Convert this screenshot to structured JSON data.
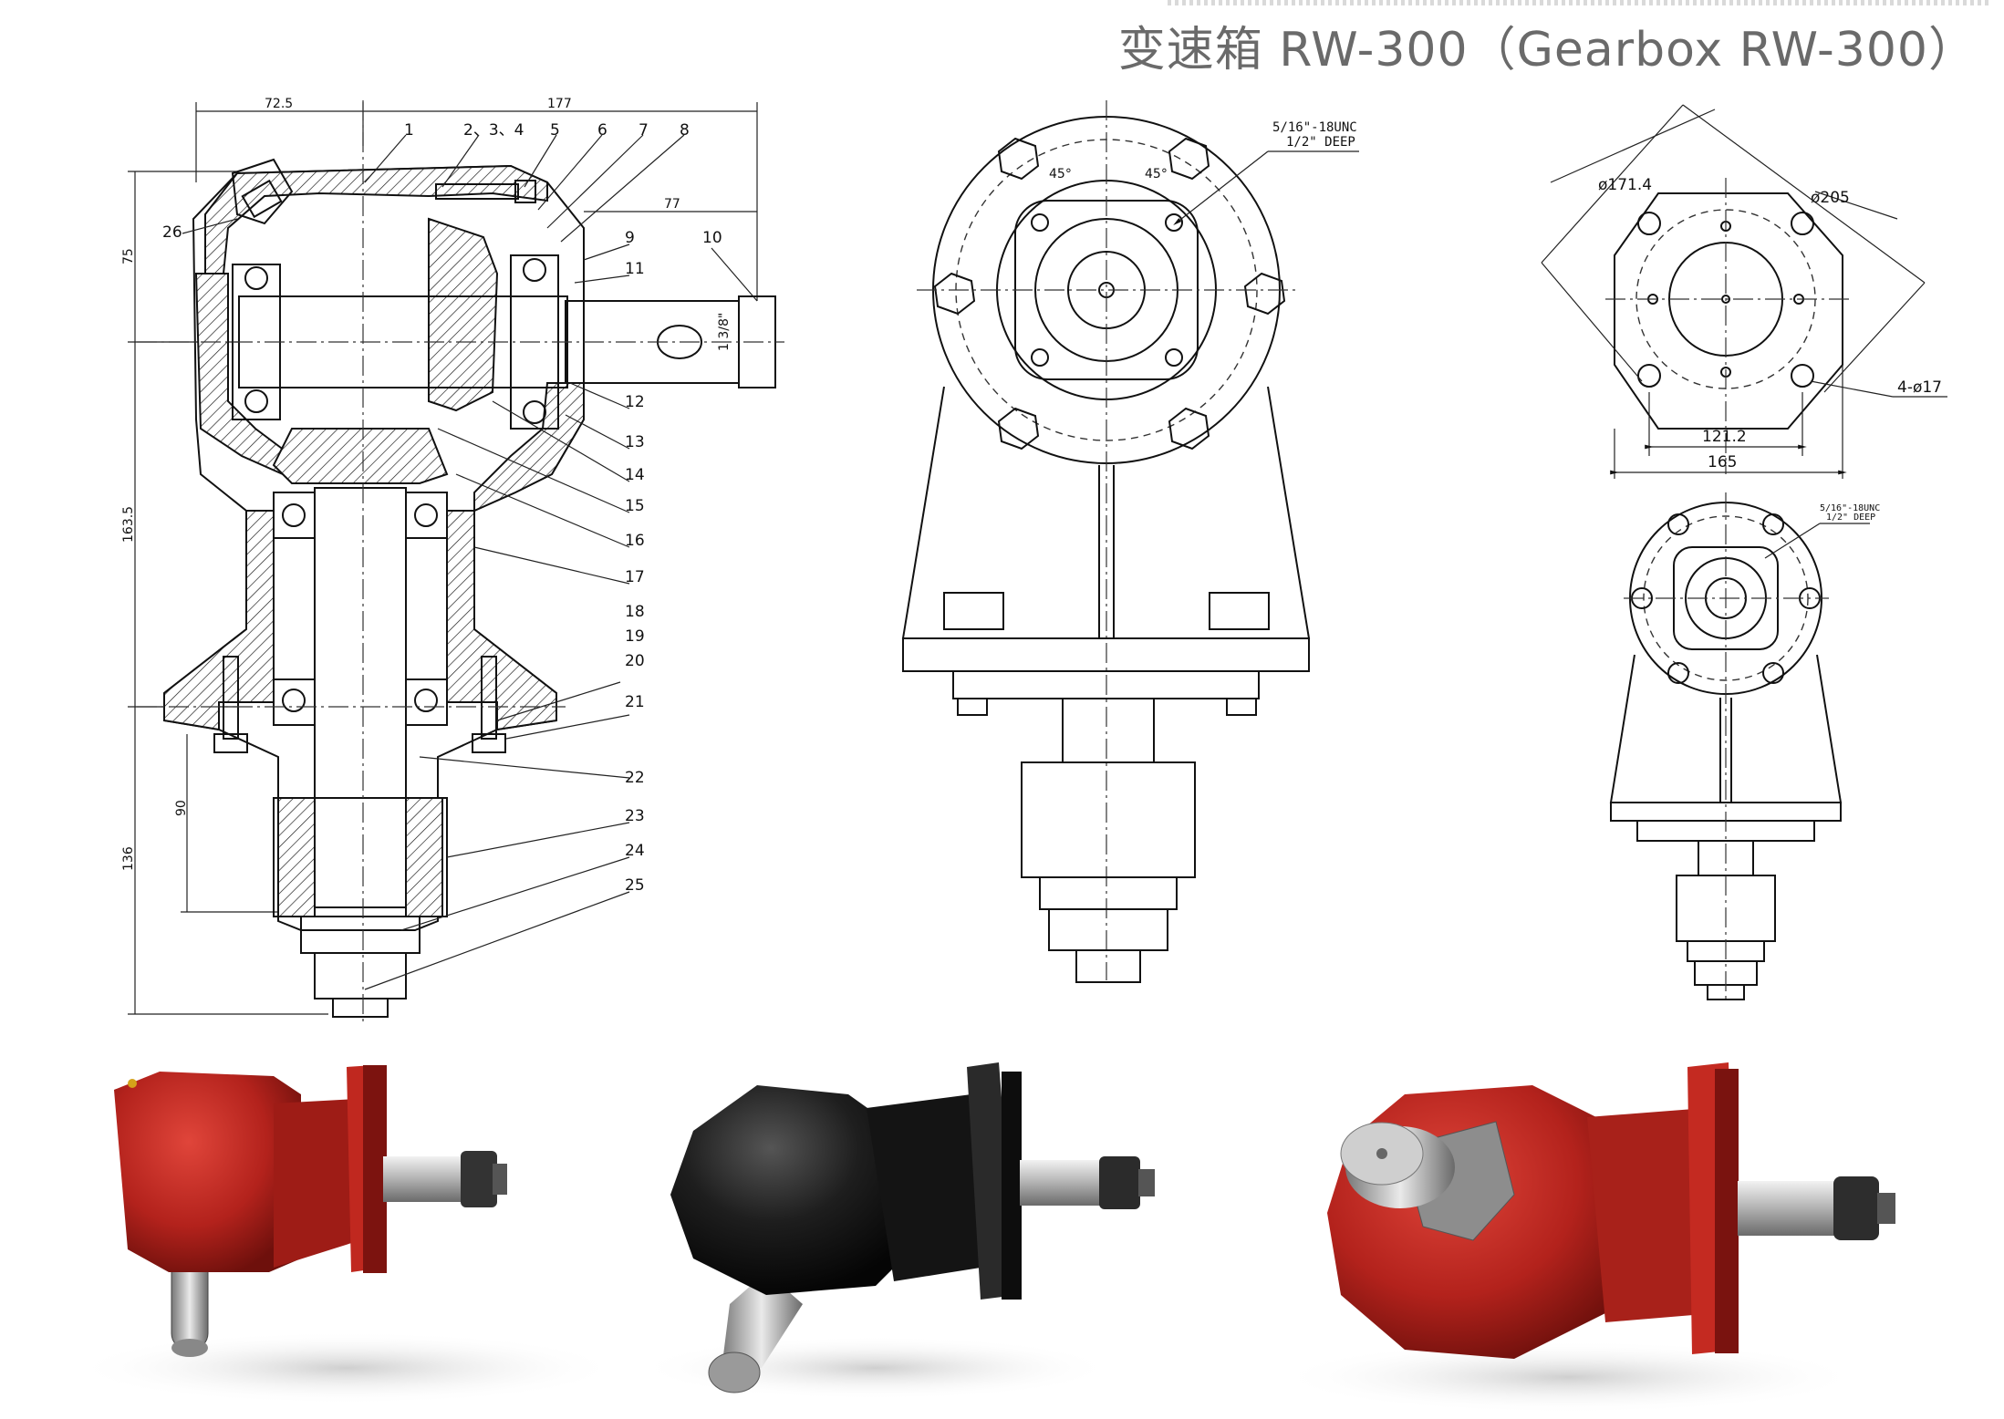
{
  "title": "变速箱 RW-300（Gearbox RW-300）",
  "section_view": {
    "dimensions": {
      "width_left": "72.5",
      "width_right": "177",
      "shaft_offset": "77",
      "height_top": "75",
      "height_mid": "163.5",
      "height_bottom": "136",
      "output_length": "90",
      "shaft_dia": "1 3/8\""
    },
    "part_labels": [
      "1",
      "2、3、4",
      "5",
      "6",
      "7",
      "8",
      "9",
      "10",
      "11",
      "12",
      "13",
      "14",
      "15",
      "16",
      "17",
      "18",
      "19",
      "20",
      "21",
      "22",
      "23",
      "24",
      "25",
      "26"
    ]
  },
  "front_view": {
    "note_line1": "5/16\"-18UNC",
    "note_line2": "1/2\" DEEP",
    "angle_left": "45°",
    "angle_right": "45°"
  },
  "flange_view": {
    "dia_bolt_circle": "ø171.4",
    "dia_outer": "ø205",
    "holes": "4-ø17",
    "width_inner": "121.2",
    "width_outer": "165"
  },
  "small_view": {
    "note_line1": "5/16\"-18UNC",
    "note_line2": "1/2\" DEEP"
  },
  "photos": [
    {
      "name": "red gearbox side view",
      "color": "#b3221c"
    },
    {
      "name": "black gearbox angled view",
      "color": "#1a1a1a"
    },
    {
      "name": "red gearbox input side view",
      "color": "#c02a22"
    }
  ]
}
